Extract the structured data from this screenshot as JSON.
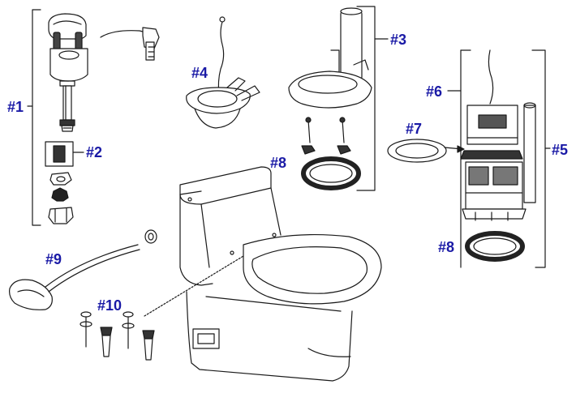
{
  "diagram": {
    "callout_color": "#1a1aa6",
    "line_color": "#1a1a1a",
    "callouts": [
      {
        "key": "c1",
        "text": "#1"
      },
      {
        "key": "c2",
        "text": "#2"
      },
      {
        "key": "c3",
        "text": "#3"
      },
      {
        "key": "c4",
        "text": "#4"
      },
      {
        "key": "c5",
        "text": "#5"
      },
      {
        "key": "c6",
        "text": "#6"
      },
      {
        "key": "c7",
        "text": "#7"
      },
      {
        "key": "c8a",
        "text": "#8"
      },
      {
        "key": "c8b",
        "text": "#8"
      },
      {
        "key": "c9",
        "text": "#9"
      },
      {
        "key": "c10",
        "text": "#10"
      }
    ],
    "parts": [
      {
        "id": "fill-valve",
        "label": "#1"
      },
      {
        "id": "fill-valve-cartridge",
        "label": "#2"
      },
      {
        "id": "flapper-valve",
        "label": "#3"
      },
      {
        "id": "flapper",
        "label": "#4"
      },
      {
        "id": "flush-valve-assembly",
        "label": "#5"
      },
      {
        "id": "flush-valve-head",
        "label": "#6"
      },
      {
        "id": "gasket",
        "label": "#7"
      },
      {
        "id": "tank-gasket",
        "label": "#8"
      },
      {
        "id": "trip-lever",
        "label": "#9"
      },
      {
        "id": "tank-bolts",
        "label": "#10"
      }
    ]
  }
}
